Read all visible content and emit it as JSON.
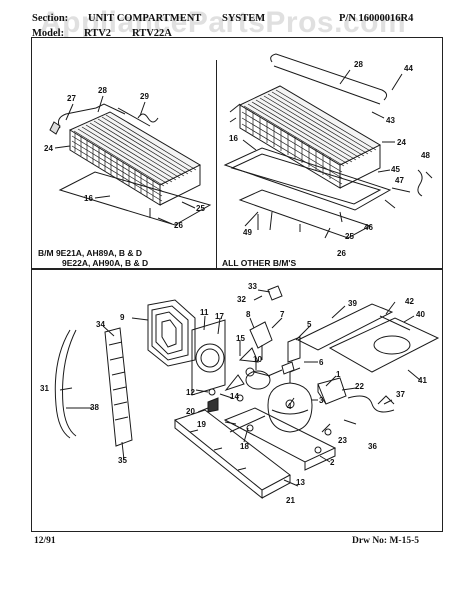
{
  "header": {
    "section_label": "Section:",
    "section_title": "UNIT COMPARTMENT",
    "section_title_tail": "SYSTEM",
    "part_number": "P/N 16000016R4",
    "model_label": "Model:",
    "model_values": [
      "RTV2",
      "RTV22A"
    ]
  },
  "watermark": "AppliancePartsPros.com",
  "upper_left_caption": [
    "B/M 9E21A, AH89A, B & D",
    "9E22A, AH90A, B & D"
  ],
  "upper_right_caption": "ALL OTHER B/M'S",
  "callouts": {
    "ul": [
      "27",
      "28",
      "29",
      "24",
      "16",
      "25",
      "26"
    ],
    "ur": [
      "28",
      "44",
      "43",
      "24",
      "16",
      "45",
      "48",
      "47",
      "46",
      "25",
      "49",
      "26"
    ],
    "lower": [
      "33",
      "32",
      "39",
      "42",
      "40",
      "41",
      "34",
      "9",
      "11",
      "17",
      "8",
      "7",
      "5",
      "6",
      "15",
      "10",
      "1",
      "14",
      "12",
      "20",
      "19",
      "18",
      "4",
      "3",
      "22",
      "37",
      "23",
      "36",
      "2",
      "13",
      "21",
      "31",
      "38",
      "35"
    ]
  },
  "footer": {
    "date": "12/91",
    "drawing_number": "Drw No: M-15-5"
  }
}
